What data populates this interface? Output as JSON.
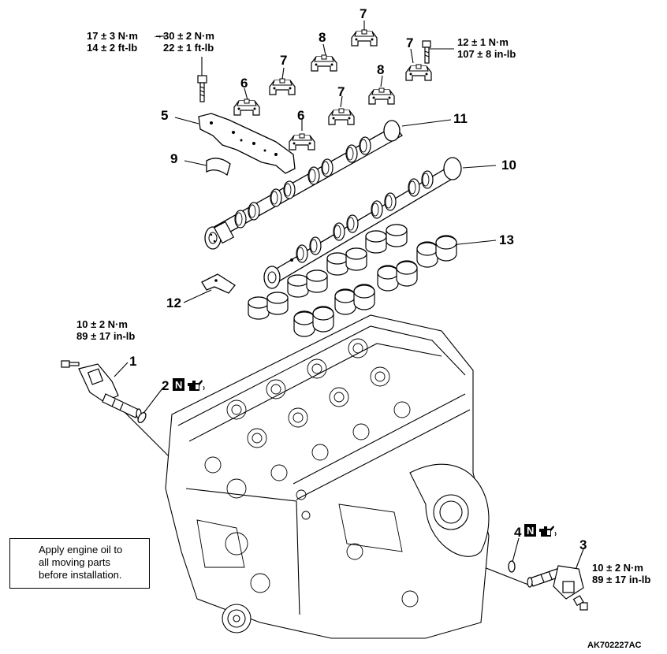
{
  "callouts": {
    "c1": "1",
    "c2": "2",
    "c3": "3",
    "c4": "4",
    "c5": "5",
    "c6a": "6",
    "c6b": "6",
    "c7a": "7",
    "c7b": "7",
    "c7c": "7",
    "c7d": "7",
    "c8a": "8",
    "c8b": "8",
    "c9": "9",
    "c10": "10",
    "c11": "11",
    "c12": "12",
    "c13": "13"
  },
  "torque_specs": {
    "top_left": {
      "line1_left": "17 ± 3 N·m",
      "line2_left": "14 ± 2 ft-lb",
      "arrow": "→",
      "line1_right": "30 ± 2 N·m",
      "line2_right": "22 ± 1 ft-lb"
    },
    "top_right": {
      "line1": "12 ± 1 N·m",
      "line2": "107 ± 8 in-lb"
    },
    "left_mid": {
      "line1": "10 ± 2 N·m",
      "line2": "89 ± 17 in-lb"
    },
    "bottom_right": {
      "line1": "10 ± 2 N·m",
      "line2": "89 ± 17 in-lb"
    }
  },
  "symbols": {
    "new_part_letter": "N"
  },
  "legend": {
    "line1": "Apply engine oil to",
    "line2": "all moving parts",
    "line3": "before installation."
  },
  "figure_code": "AK702227AC"
}
